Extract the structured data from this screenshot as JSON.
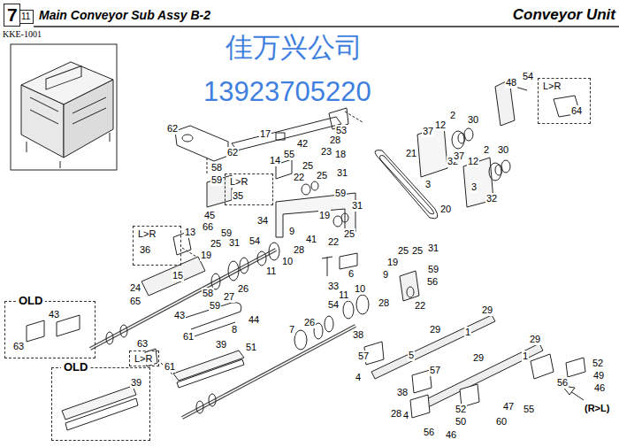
{
  "diagram": {
    "title": "Main Conveyor Sub Assy B-2",
    "nodes": [
      {
        "text": [
          "7"
        ]
      },
      {
        "text": [
          "11"
        ]
      },
      {
        "text": [
          "L>R",
          "64"
        ]
      },
      {
        "text": [
          "L>R",
          "35"
        ]
      },
      {
        "text": [
          "L>R",
          "36"
        ]
      },
      {
        "text": [
          "OLD",
          "43",
          "63"
        ]
      },
      {
        "text": [
          "OLD",
          "39"
        ]
      },
      {
        "text": [
          "L>R"
        ]
      }
    ],
    "labels": [
      "Conveyor Unit",
      "KKE-1001",
      "佳万兴公司",
      "13923705220",
      "(R>L)",
      "62",
      "62",
      "58",
      "59",
      "45",
      "17",
      "42",
      "53",
      "28",
      "23",
      "18",
      "14",
      "55",
      "22",
      "25",
      "25",
      "31",
      "59",
      "34",
      "9",
      "41",
      "19",
      "31",
      "22",
      "25",
      "20",
      "21",
      "37",
      "12",
      "2",
      "30",
      "32",
      "3",
      "37",
      "12",
      "2",
      "30",
      "3",
      "32",
      "48",
      "54",
      "13",
      "66",
      "59",
      "25",
      "31",
      "19",
      "15",
      "24",
      "65",
      "58",
      "59",
      "27",
      "26",
      "11",
      "10",
      "28",
      "54",
      "33",
      "6",
      "9",
      "19",
      "25",
      "25",
      "31",
      "59",
      "56",
      "22",
      "10",
      "11",
      "28",
      "54",
      "26",
      "7",
      "38",
      "57",
      "4",
      "43",
      "44",
      "8",
      "61",
      "63",
      "61",
      "39",
      "51",
      "29",
      "1",
      "29",
      "5",
      "57",
      "29",
      "29",
      "1",
      "52",
      "49",
      "46",
      "56",
      "38",
      "28",
      "4",
      "52",
      "50",
      "56",
      "46",
      "47",
      "55",
      "60"
    ]
  }
}
